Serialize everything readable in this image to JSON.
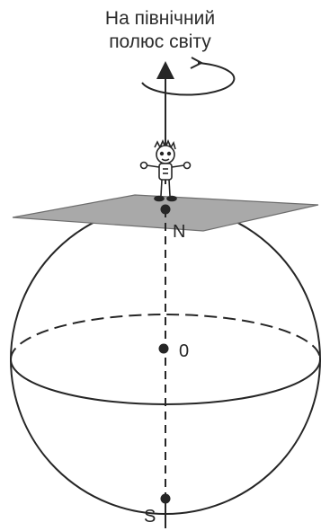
{
  "caption": {
    "line1": "На північний",
    "line2": "полюс світу"
  },
  "labels": {
    "north": "N",
    "center": "0",
    "south": "S"
  },
  "colors": {
    "ink": "#262626",
    "plane": "#a9a9a9",
    "plane_stroke": "#6e6e6e",
    "background": "#ffffff"
  }
}
